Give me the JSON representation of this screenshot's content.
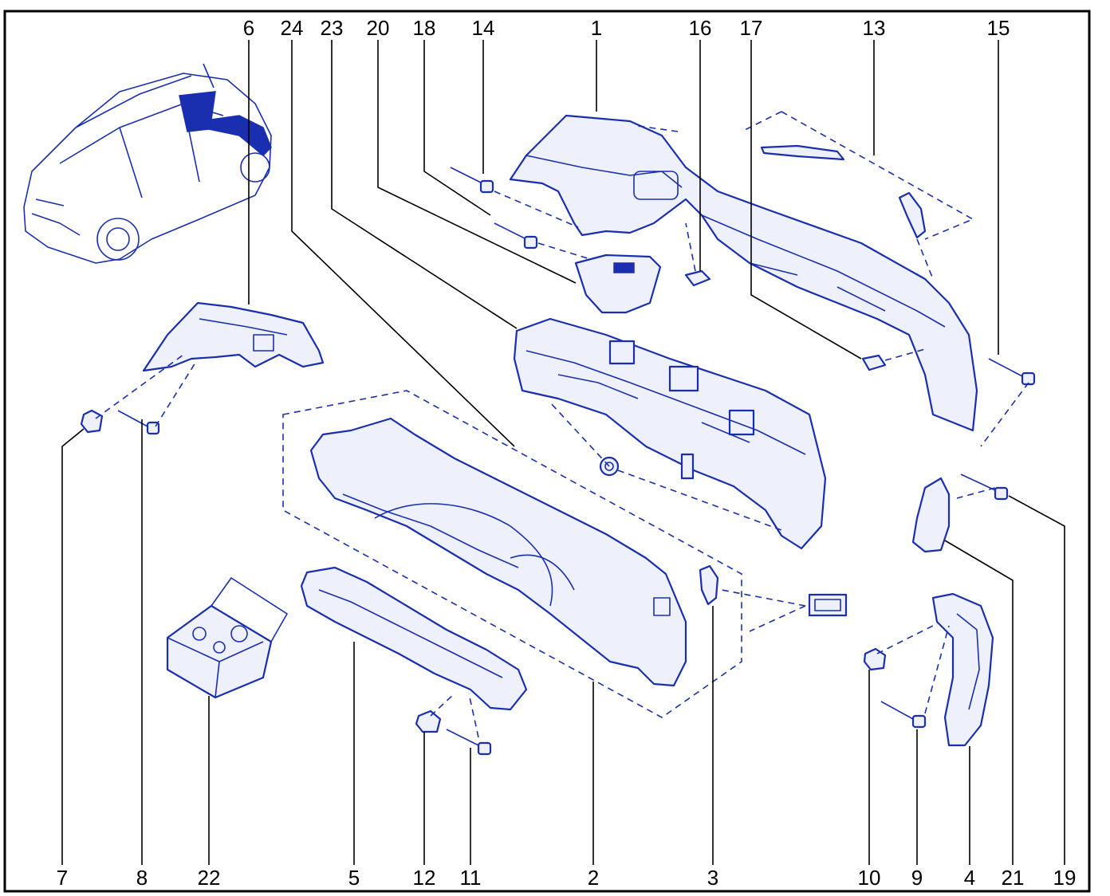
{
  "callouts": {
    "top": [
      "6",
      "24",
      "23",
      "20",
      "18",
      "14",
      "1",
      "16",
      "17",
      "13",
      "15"
    ],
    "bottom": [
      "7",
      "8",
      "22",
      "5",
      "12",
      "11",
      "2",
      "3",
      "10",
      "9",
      "4",
      "21",
      "19"
    ]
  },
  "colors": {
    "line_art": "#1a2fb0",
    "part_fill": "#eef0fb",
    "callout_text": "#000000",
    "frame": "#000000"
  }
}
